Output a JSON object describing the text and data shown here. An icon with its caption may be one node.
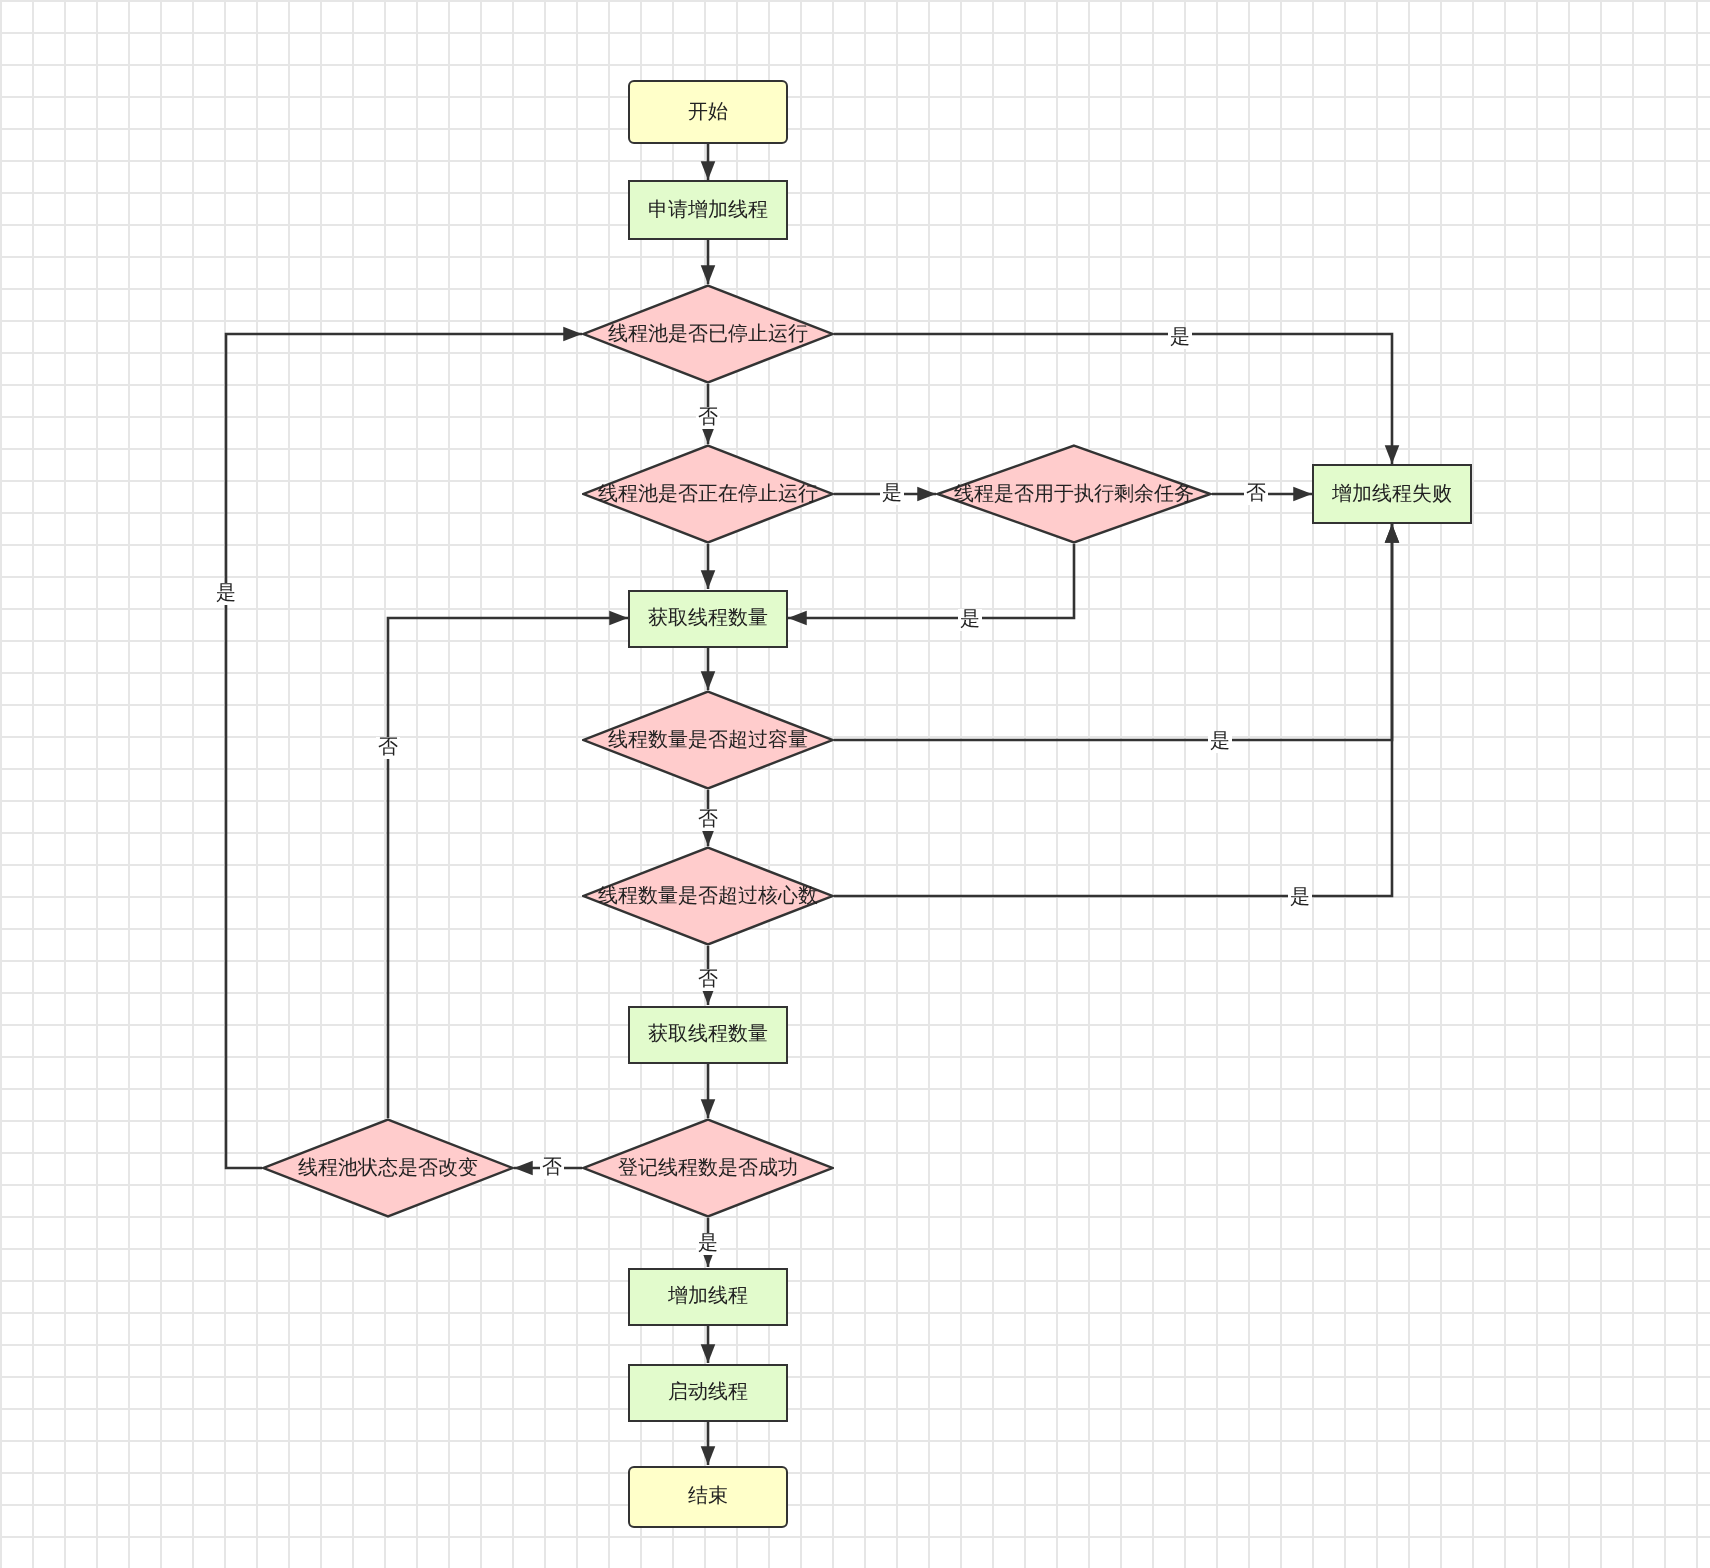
{
  "diagram": {
    "nodes": [
      {
        "text": [
          "开始"
        ]
      },
      {
        "text": [
          "申请增加线程"
        ]
      },
      {
        "text": [
          "线程池是否已停止运行"
        ]
      },
      {
        "text": [
          "线程池是否正在停止运行"
        ]
      },
      {
        "text": [
          "线程是否用于执行剩余任务"
        ]
      },
      {
        "text": [
          "增加线程失败"
        ]
      },
      {
        "text": [
          "获取线程数量"
        ]
      },
      {
        "text": [
          "线程数量是否超过容量"
        ]
      },
      {
        "text": [
          "线程数量是否超过核心数"
        ]
      },
      {
        "text": [
          "获取线程数量"
        ]
      },
      {
        "text": [
          "登记线程数是否成功"
        ]
      },
      {
        "text": [
          "线程池状态是否改变"
        ]
      },
      {
        "text": [
          "增加线程"
        ]
      },
      {
        "text": [
          "启动线程"
        ]
      },
      {
        "text": [
          "结束"
        ]
      }
    ],
    "edges": [
      {
        "from": 0,
        "to": 1,
        "arrow": "to"
      },
      {
        "from": 1,
        "to": 2,
        "arrow": "to"
      },
      {
        "from": 2,
        "to": 5,
        "arrow": "to",
        "label": "是"
      },
      {
        "from": 2,
        "to": 3,
        "arrow": "to",
        "label": "否"
      },
      {
        "from": 3,
        "to": 4,
        "arrow": "to",
        "label": "是"
      },
      {
        "from": 4,
        "to": 5,
        "arrow": "to",
        "label": "否"
      },
      {
        "from": 4,
        "to": 6,
        "arrow": "to",
        "label": "是"
      },
      {
        "from": 3,
        "to": 6,
        "arrow": "to"
      },
      {
        "from": 6,
        "to": 7,
        "arrow": "to"
      },
      {
        "from": 7,
        "to": 5,
        "arrow": "to",
        "label": "是"
      },
      {
        "from": 7,
        "to": 8,
        "arrow": "to",
        "label": "否"
      },
      {
        "from": 8,
        "to": 5,
        "arrow": "to",
        "label": "是"
      },
      {
        "from": 8,
        "to": 9,
        "arrow": "to",
        "label": "否"
      },
      {
        "from": 9,
        "to": 10,
        "arrow": "to"
      },
      {
        "from": 10,
        "to": 11,
        "arrow": "to",
        "label": "否"
      },
      {
        "from": 11,
        "to": 2,
        "arrow": "to",
        "label": "是"
      },
      {
        "from": 11,
        "to": 6,
        "arrow": "to",
        "label": "否"
      },
      {
        "from": 10,
        "to": 12,
        "arrow": "to",
        "label": "是"
      },
      {
        "from": 12,
        "to": 13,
        "arrow": "to"
      },
      {
        "from": 13,
        "to": 14,
        "arrow": "to"
      }
    ]
  }
}
